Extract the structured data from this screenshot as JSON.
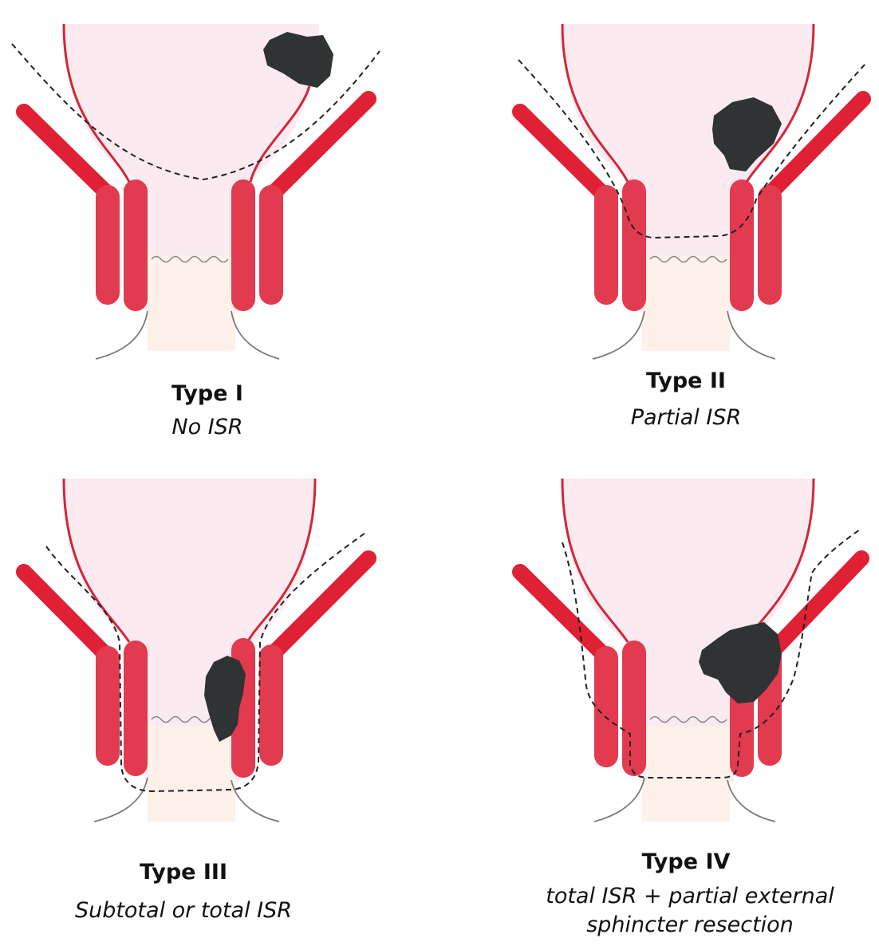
{
  "colors": {
    "muscle": "#e23a4f",
    "levator": "#df2035",
    "tumor": "#2f3334",
    "mucosa_fill": "#fbe3ec",
    "anal_fill": "#fdf1ea",
    "wall_line": "#d0273b",
    "skin_line": "#7a7a7a",
    "dashed_line": "#222222"
  },
  "panels": [
    {
      "id": "type-1",
      "title": "Type I",
      "subtitle_lines": [
        "No ISR"
      ]
    },
    {
      "id": "type-2",
      "title": "Type II",
      "subtitle_lines": [
        "Partial ISR"
      ]
    },
    {
      "id": "type-3",
      "title": "Type III",
      "subtitle_lines": [
        "Subtotal or total ISR"
      ]
    },
    {
      "id": "type-4",
      "title": "Type IV",
      "subtitle_lines": [
        "total ISR + partial external",
        "sphincter resection"
      ]
    }
  ]
}
